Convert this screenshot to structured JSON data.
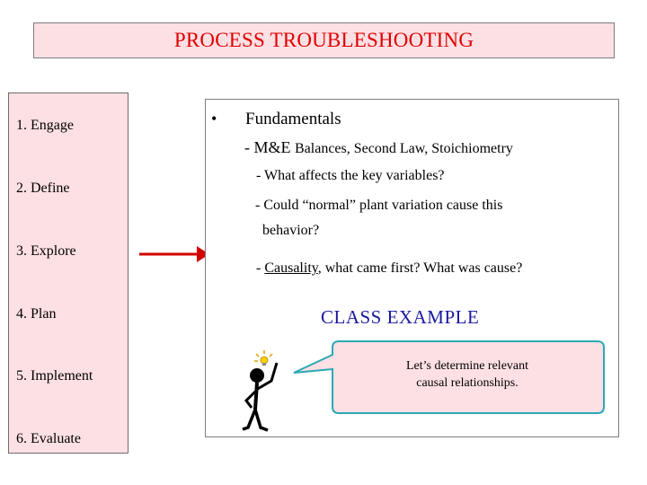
{
  "title": "PROCESS TROUBLESHOOTING",
  "steps": [
    "1. Engage",
    "2. Define",
    "3. Explore",
    "4. Plan",
    "5. Implement",
    "6. Evaluate"
  ],
  "content": {
    "bullet": "•",
    "heading": "Fundamentals",
    "line2_prefix": "- M&E ",
    "line2_rest": "Balances, Second Law, Stoichiometry",
    "line3": "- What affects the key variables?",
    "line4": "- Could “normal” plant variation cause this",
    "line5": "behavior?",
    "line6_prefix": "- ",
    "line6_underlined": "Causality",
    "line6_rest": ", what came first? What was cause?"
  },
  "class_example": "CLASS EXAMPLE",
  "callout": {
    "line1": "Let’s determine relevant",
    "line2": "causal relationships."
  },
  "colors": {
    "title_text": "#e00000",
    "panel_fill": "#fde0e4",
    "arrow": "#d40000",
    "class_example": "#1a1aa0",
    "callout_border": "#2aa9b5",
    "callout_fill": "#fde0e4"
  },
  "icons": [
    "arrow-right-icon",
    "thinking-person-icon",
    "lightbulb-icon"
  ]
}
